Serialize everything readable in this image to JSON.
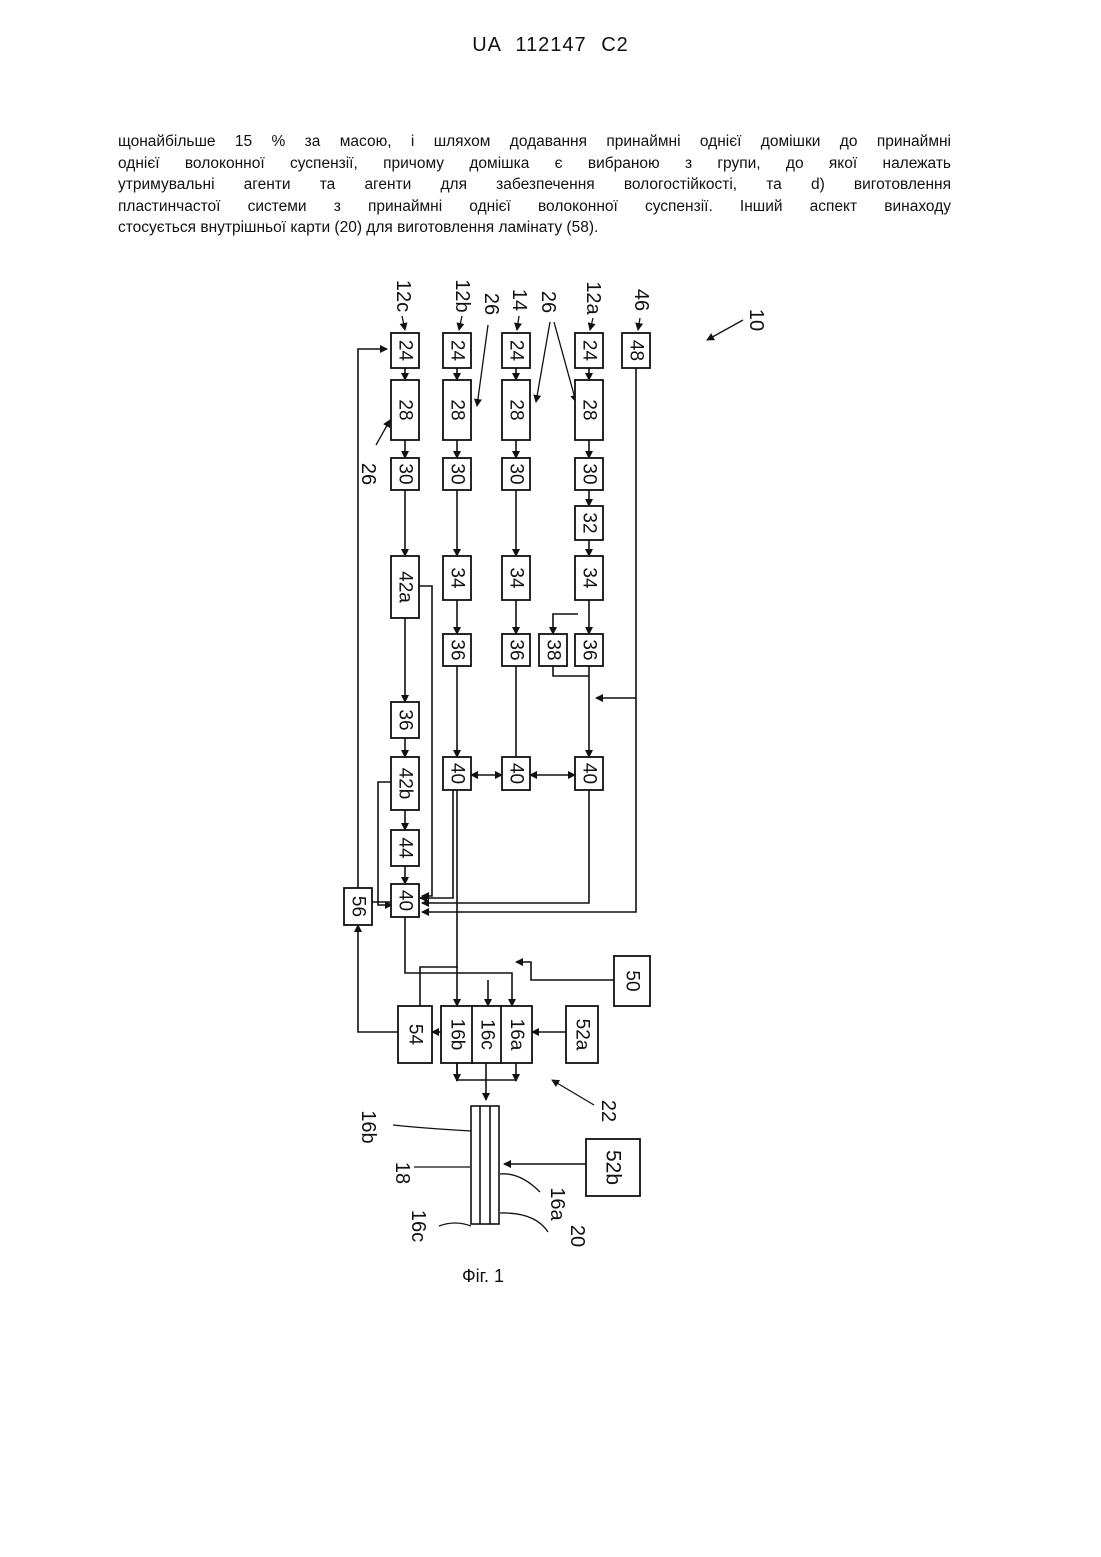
{
  "header": {
    "doc_id": "UA 112147 C2"
  },
  "abstract": {
    "lines": [
      "щонайбільше 15 % за масою, і шляхом додавання принаймні однієї домішки до принаймні",
      "однієї волоконної суспензії, причому домішка є вибраною з групи, до якої належать",
      "утримувальні агенти та агенти для забезпечення вологостійкості, та d) виготовлення",
      "пластинчастої системи з принаймні однієї волоконної суспензії. Інший аспект винаходу",
      "стосується внутрішньої карти (20) для виготовлення ламінату (58)."
    ]
  },
  "figure": {
    "caption": "Фіг. 1",
    "ref_labels": {
      "r12c": "12c",
      "r12b": "12b",
      "r14": "14",
      "r12a": "12a",
      "r46": "46",
      "r10": "10",
      "r26a": "26",
      "r26b": "26",
      "r26c": "26",
      "r22": "22",
      "r16b": "16b",
      "r18": "18",
      "r16c": "16c",
      "r16a": "16a",
      "r20": "20"
    },
    "blocks": {
      "c_24": "24",
      "c_28": "28",
      "c_30": "30",
      "c_42a": "42a",
      "c_36": "36",
      "c_42b": "42b",
      "c_44": "44",
      "c_40": "40",
      "c_56": "56",
      "b_24": "24",
      "b_28": "28",
      "b_30": "30",
      "b_34": "34",
      "b_36": "36",
      "b_40": "40",
      "m_24": "24",
      "m_28": "28",
      "m_30": "30",
      "m_34": "34",
      "m_36": "36",
      "m_40": "40",
      "a_24": "24",
      "a_28": "28",
      "a_30": "30",
      "a_32": "32",
      "a_34": "34",
      "a_38": "38",
      "a_36": "36",
      "a_40": "40",
      "b48": "48",
      "b50": "50",
      "b54": "54",
      "b16b": "16b",
      "b16c": "16c",
      "b16a": "16a",
      "b52a": "52a",
      "b52b": "52b"
    }
  }
}
